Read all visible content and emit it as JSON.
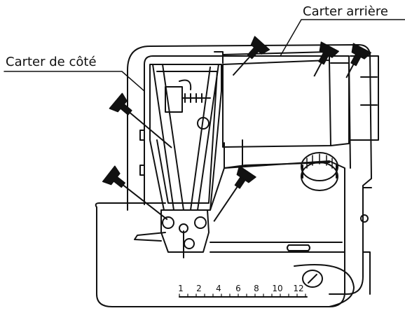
{
  "labels": {
    "rear_cover": "Carter arrière",
    "side_cover": "Carter de côté"
  },
  "ruler": {
    "ticks": [
      "1",
      "2",
      "4",
      "6",
      "8",
      "10",
      "12"
    ]
  },
  "colors": {
    "ink": "#111111",
    "background": "#ffffff"
  }
}
